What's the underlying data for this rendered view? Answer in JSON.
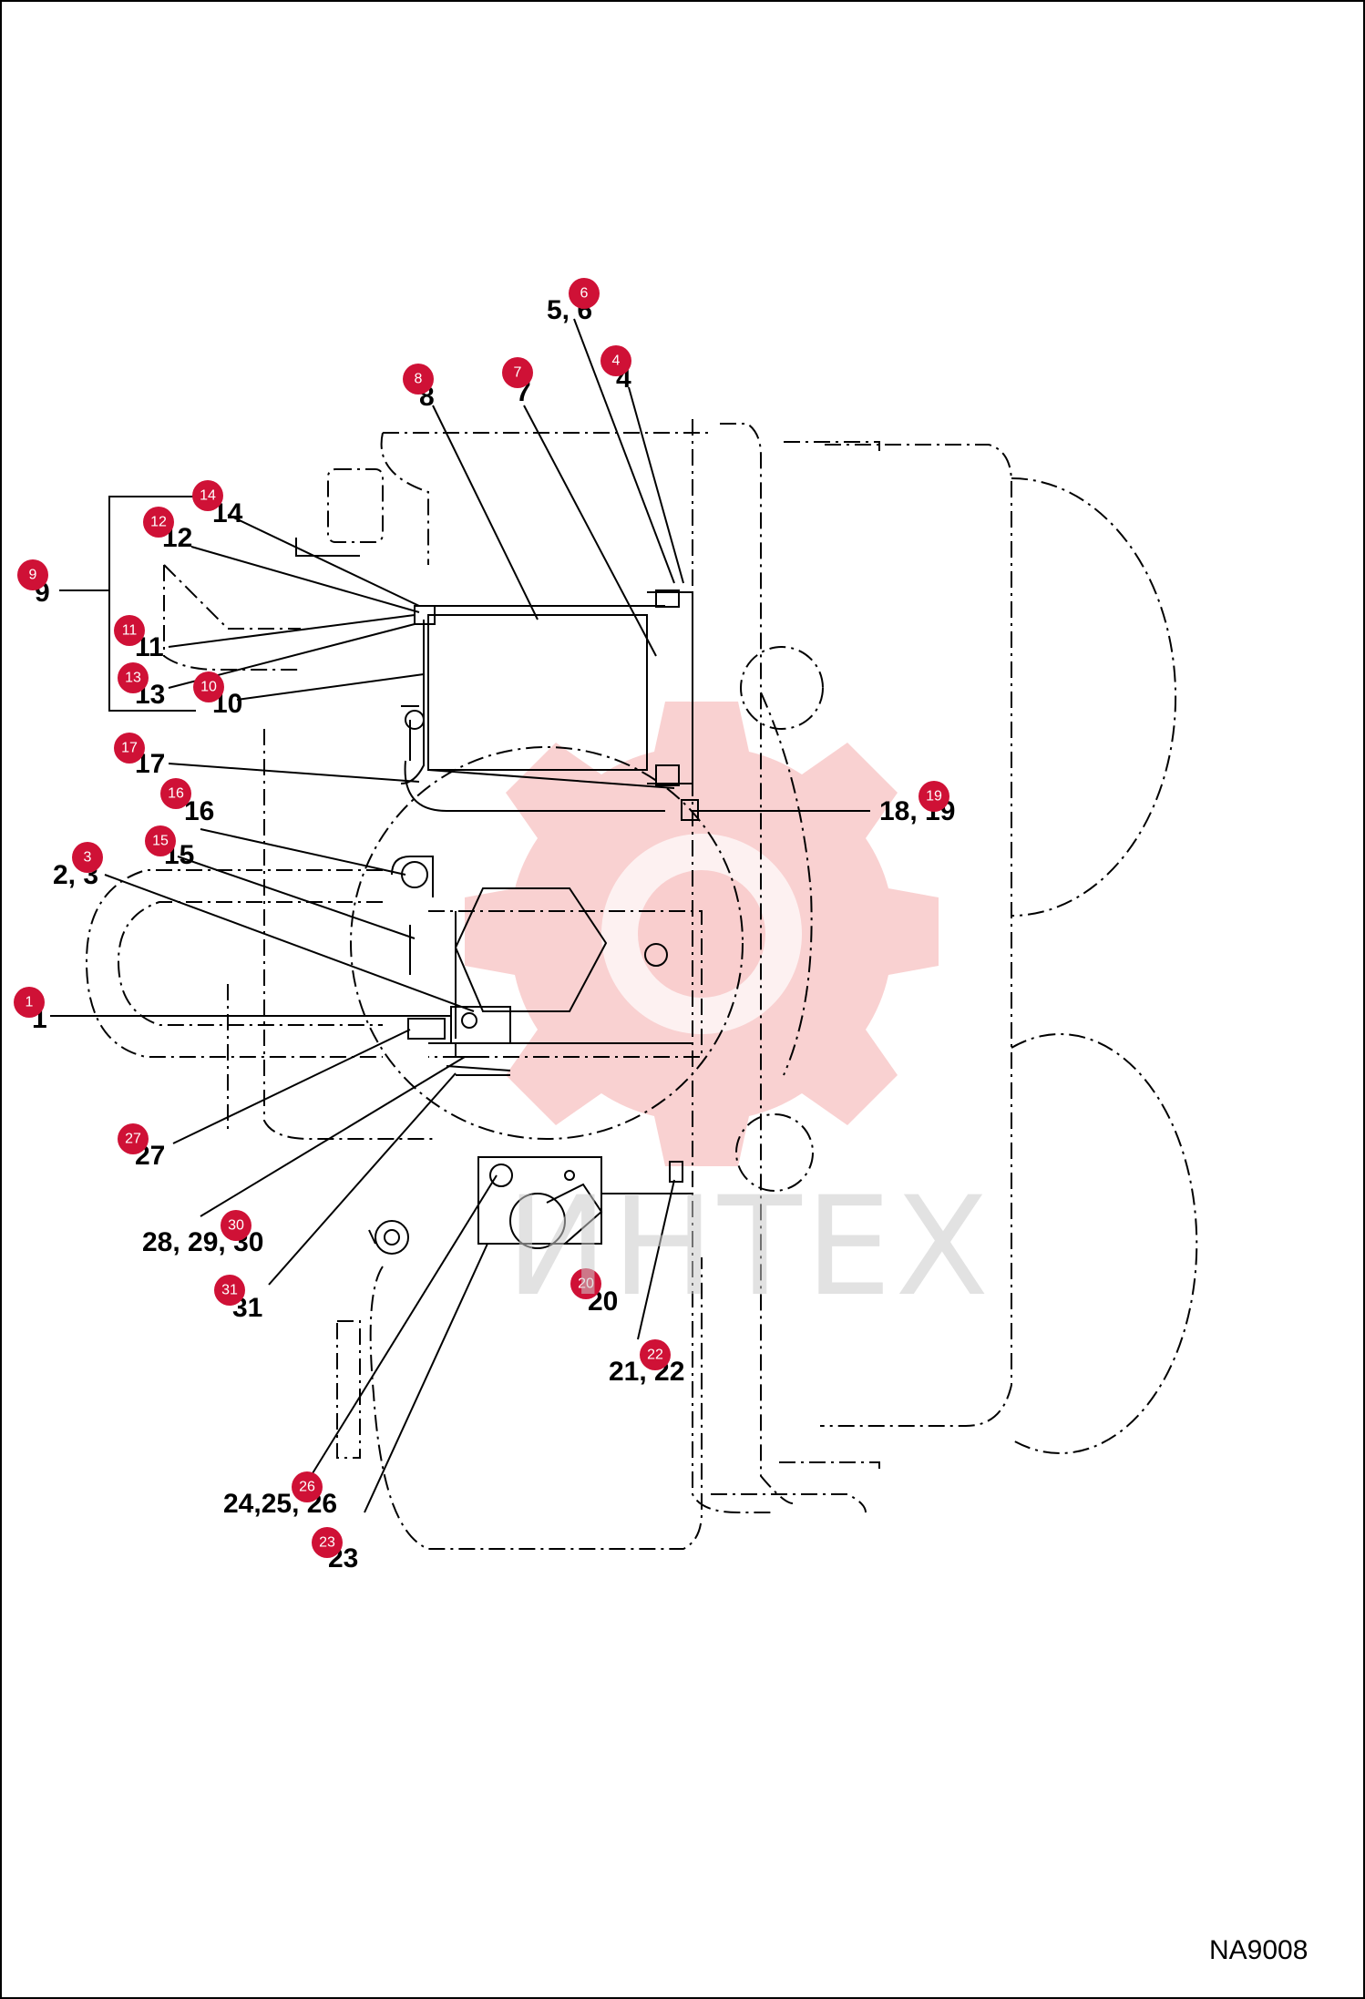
{
  "drawing_code": "NA9008",
  "watermark_text": "ИНТЕХ",
  "colors": {
    "marker": "#cf1136",
    "watermark_gear": "#f8c6c6",
    "line": "#000000"
  },
  "callouts": [
    {
      "text": "5, 6",
      "marker": "6"
    },
    {
      "text": "4",
      "marker": "4"
    },
    {
      "text": "8",
      "marker": "8"
    },
    {
      "text": "7",
      "marker": "7"
    },
    {
      "text": "14",
      "marker": "14"
    },
    {
      "text": "12",
      "marker": "12"
    },
    {
      "text": "9",
      "marker": "9"
    },
    {
      "text": "11",
      "marker": "11"
    },
    {
      "text": "13",
      "marker": "13"
    },
    {
      "text": "10",
      "marker": "10"
    },
    {
      "text": "17",
      "marker": "17"
    },
    {
      "text": "18, 19",
      "marker": "19"
    },
    {
      "text": "16",
      "marker": "16"
    },
    {
      "text": "2, 3",
      "marker": "3"
    },
    {
      "text": "15",
      "marker": "15"
    },
    {
      "text": "1",
      "marker": "1"
    },
    {
      "text": "27",
      "marker": "27"
    },
    {
      "text": "28, 29, 30",
      "marker": "30"
    },
    {
      "text": "31",
      "marker": "31"
    },
    {
      "text": "20",
      "marker": "20"
    },
    {
      "text": "21, 22",
      "marker": "22"
    },
    {
      "text": "24,25, 26",
      "marker": "26"
    },
    {
      "text": "23",
      "marker": "23"
    }
  ]
}
